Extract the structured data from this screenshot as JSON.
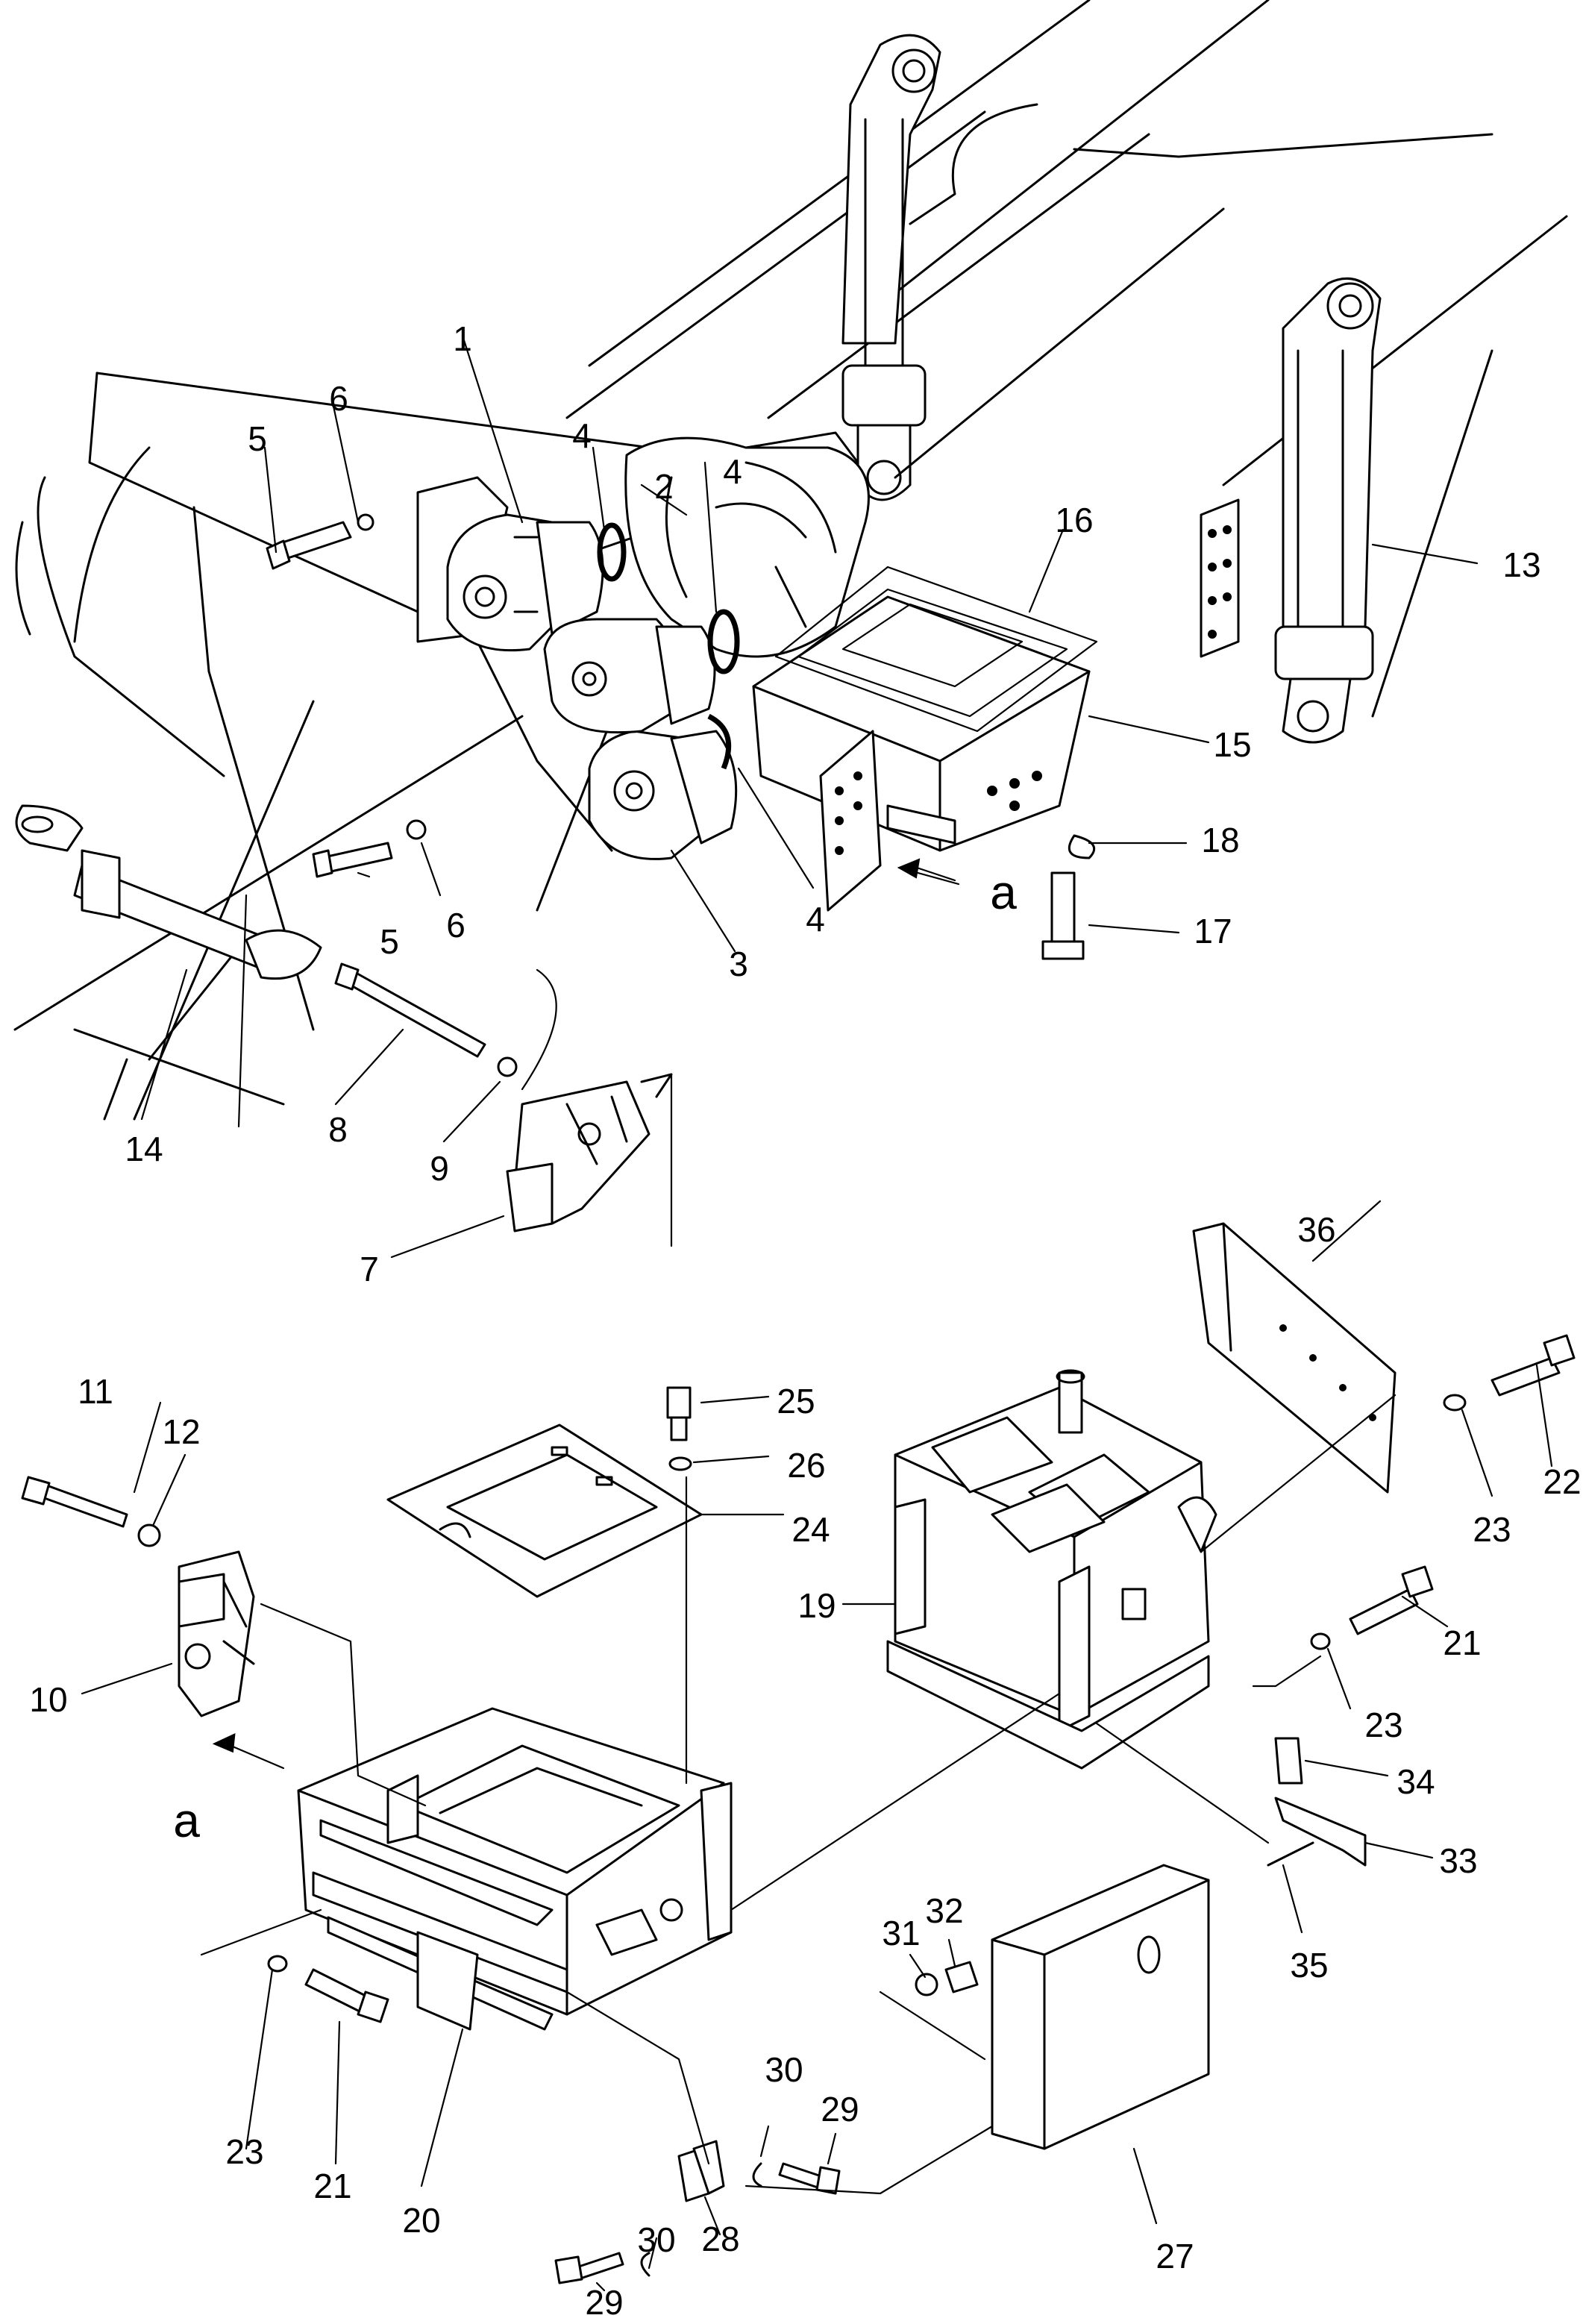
{
  "labels": {
    "n1": "1",
    "n2": "2",
    "n3": "3",
    "n4a": "4",
    "n4b": "4",
    "n4c": "4",
    "n5a": "5",
    "n5b": "5",
    "n6a": "6",
    "n6b": "6",
    "n7": "7",
    "n8": "8",
    "n9": "9",
    "n10": "10",
    "n11": "11",
    "n12": "12",
    "n13": "13",
    "n14": "14",
    "n15": "15",
    "n16": "16",
    "n17": "17",
    "n18": "18",
    "n19": "19",
    "n20": "20",
    "n21a": "21",
    "n21b": "21",
    "n22": "22",
    "n23a": "23",
    "n23b": "23",
    "n23c": "23",
    "n24": "24",
    "n25": "25",
    "n26": "26",
    "n27": "27",
    "n28": "28",
    "n29a": "29",
    "n29b": "29",
    "n30a": "30",
    "n30b": "30",
    "n31": "31",
    "n32": "32",
    "n33": "33",
    "n34": "34",
    "n35": "35",
    "n36": "36",
    "view_a_top": "a",
    "view_a_bottom": "a"
  }
}
